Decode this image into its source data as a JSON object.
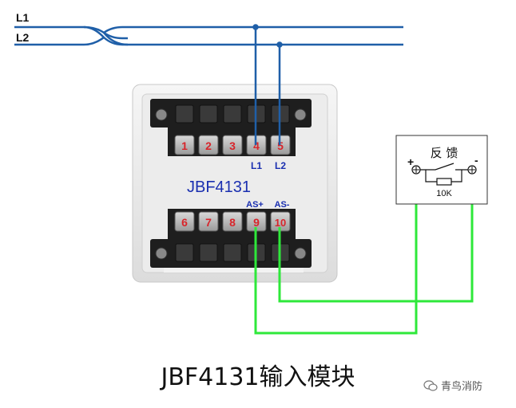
{
  "lines": {
    "l1": "L1",
    "l2": "L2"
  },
  "terminals_top": [
    "1",
    "2",
    "3",
    "4",
    "5"
  ],
  "terminals_bottom": [
    "6",
    "7",
    "8",
    "9",
    "10"
  ],
  "top_terminal_labels": {
    "t4": "L1",
    "t5": "L2"
  },
  "bottom_terminal_labels": {
    "t9": "AS+",
    "t10": "AS-"
  },
  "module_model": "JBF4131",
  "feedback_box": {
    "title": "反 馈",
    "plus": "+",
    "minus": "-",
    "resistor": "10K"
  },
  "caption": "JBF4131输入模块",
  "watermark": "青鸟消防",
  "colors": {
    "bus_wire": "#1f5fa8",
    "feedback_wire": "#2ee83a",
    "terminal_number": "#d8252b",
    "label_blue": "#1a2fb0"
  }
}
